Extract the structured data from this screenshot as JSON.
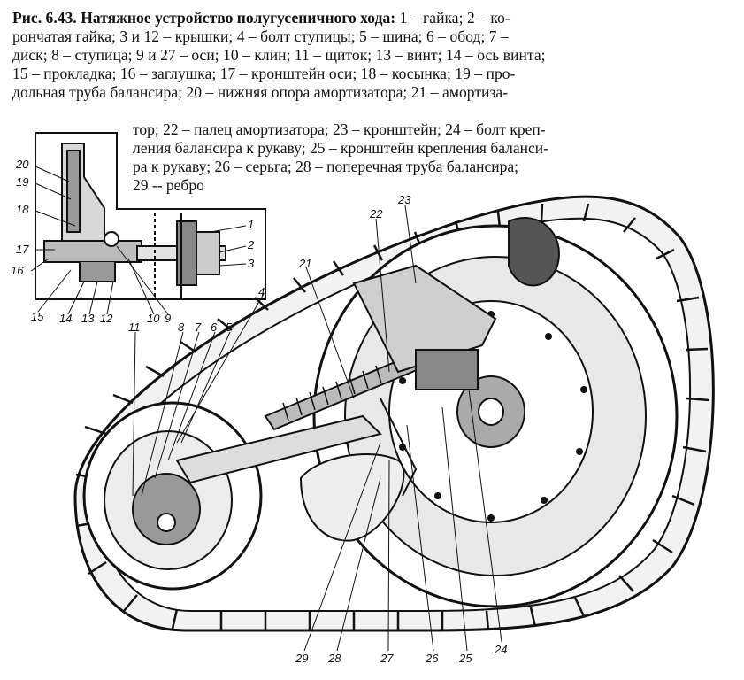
{
  "caption": {
    "title": "Рис. 6.43. Натяжное устройство полугусеничного хода:",
    "lines": [
      " 1 – гайка; 2 – ко-",
      "рончатая гайка; 3 и 12 – крышки; 4 – болт ступицы; 5 – шина; 6 – обод; 7 –",
      "диск; 8 – ступица; 9 и 27 – оси; 10 – клин; 11 – щиток; 13 – винт; 14 – ось винта;",
      "15 – прокладка; 16 – заглушка; 17 – кронштейн оси; 18 – косынка; 19 – про-",
      "дольная труба балансира; 20 – нижняя опора амортизатора; 21 – амортиза-"
    ],
    "indented_lines": [
      "тор; 22 – палец амортизатора; 23 – кронштейн; 24 – болт креп-",
      "ления балансира к рукаву; 25 – кронштейн крепления баланси-",
      "ра к рукаву; 26 – серьга; 28 – поперечная труба балансира;",
      "29 -- ребро"
    ]
  },
  "inset_labels": [
    "20",
    "19",
    "18",
    "17",
    "16",
    "15",
    "14",
    "13",
    "12",
    "10",
    "9",
    "1",
    "2",
    "3"
  ],
  "main_labels": [
    "4",
    "11",
    "8",
    "7",
    "6",
    "5",
    "21",
    "22",
    "23",
    "29",
    "28",
    "27",
    "26",
    "25",
    "24"
  ]
}
